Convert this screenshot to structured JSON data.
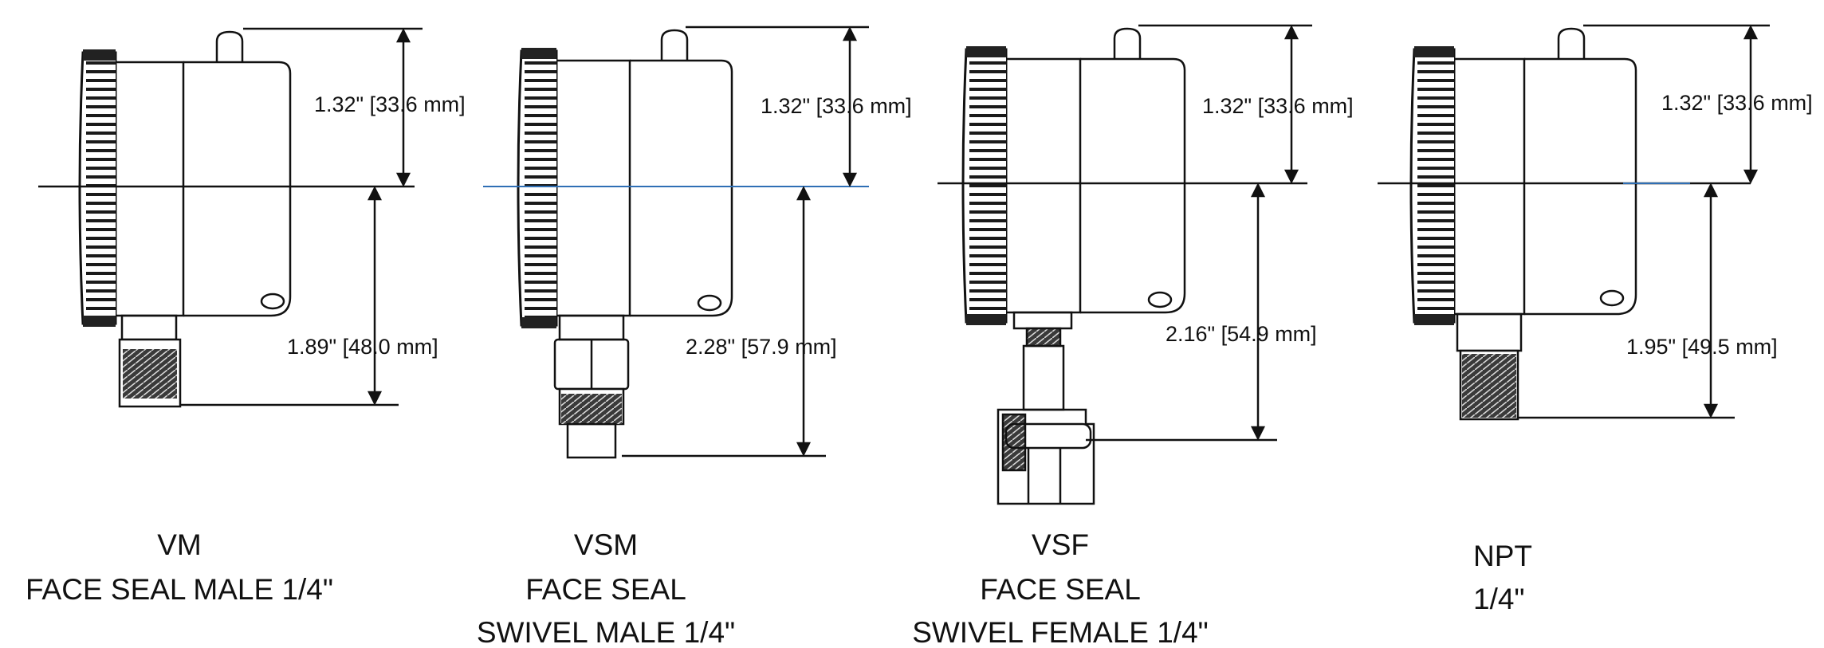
{
  "gauges": [
    {
      "model": "VM",
      "caption_lines": [
        "VM",
        "FACE SEAL MALE 1/4\""
      ],
      "top_dim": "1.32\" [33.6 mm]",
      "bottom_dim": "1.89\" [48.0 mm]"
    },
    {
      "model": "VSM",
      "caption_lines": [
        "VSM",
        "FACE SEAL",
        "SWIVEL MALE 1/4\""
      ],
      "top_dim": "1.32\" [33.6 mm]",
      "bottom_dim": "2.28\" [57.9 mm]"
    },
    {
      "model": "VSF",
      "caption_lines": [
        "VSF",
        "FACE SEAL",
        "SWIVEL FEMALE 1/4\""
      ],
      "top_dim": "1.32\" [33.6 mm]",
      "bottom_dim": "2.16\" [54.9 mm]"
    },
    {
      "model": "NPT",
      "caption_lines": [
        "NPT",
        "1/4\""
      ],
      "top_dim": "1.32\" [33.6 mm]",
      "bottom_dim": "1.95\" [49.5 mm]"
    }
  ],
  "colors": {
    "line": "#111111",
    "centerline_accent": "#2f6fb5"
  }
}
